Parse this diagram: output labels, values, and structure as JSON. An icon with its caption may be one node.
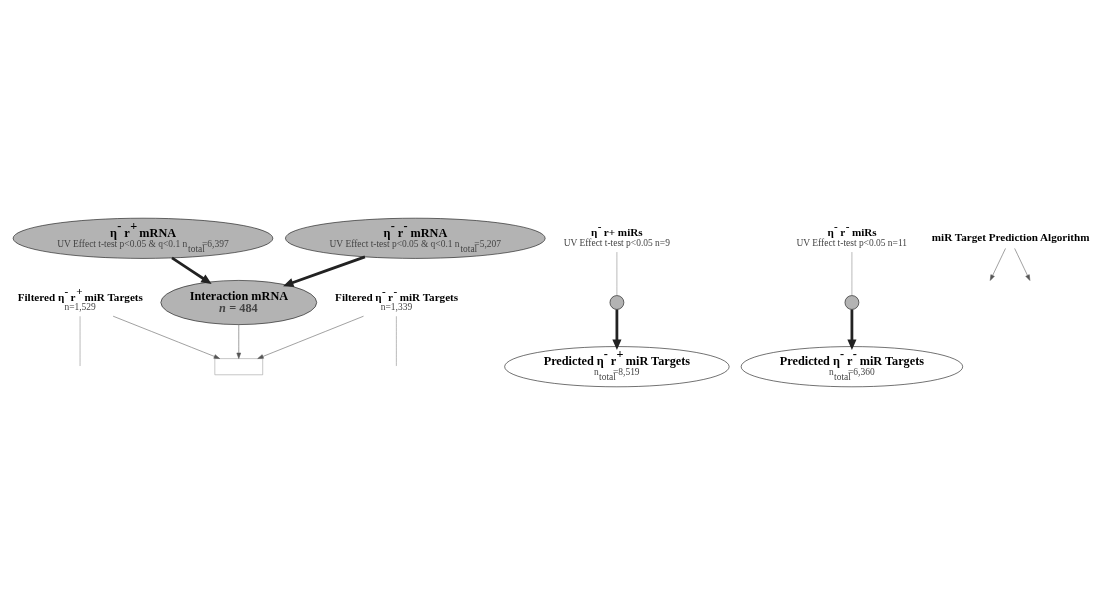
{
  "diagram": {
    "nodes": [
      {
        "text": [
          "Interaction mRNA",
          "*n* = 484"
        ]
      },
      {
        "text": [],
        "shape": "box"
      },
      {
        "text": [
          "η$^{-}$ r$^{+}$ mRNA",
          "UV Effect t-test p<0.05 & q<0.1 n$_{total}$=6,397"
        ]
      },
      {
        "text": [
          "η$^{-}$ r$^{-}$ mRNA",
          "UV Effect t-test p<0.05 & q<0.1 n$_{total}$=5,207"
        ]
      },
      {
        "text": [
          "Filtered η$^{-}$ r$^{+}$ miR Targets",
          "n=1,529"
        ]
      },
      {
        "text": [
          "Filtered η$^{-}$ r$^{-}$ miR Targets",
          "n=1,339"
        ]
      },
      {
        "text": [
          "Predicted η$^{-}$ r$^{+}$ miR Targets",
          "n$_{total}$=8,519"
        ]
      },
      {
        "text": [
          "Predicted η$^{-}$ r$^{-}$ miR Targets",
          "n$_{total}$=6,360"
        ]
      },
      {
        "text": [
          "miR Target Prediction Algorithm"
        ]
      },
      {
        "text": [
          "η$^{-}$ r+ miRs",
          "UV Effect t-test p<0.05 n=9"
        ]
      },
      {
        "text": [],
        "shape": "circle"
      },
      {
        "text": [
          "η$^{-}$ r$^{-}$ miRs",
          "UV Effect t-test p<0.05 n=11"
        ]
      },
      {
        "text": [],
        "shape": "circle"
      }
    ],
    "edges": [
      {
        "from": 2,
        "to": 0,
        "arrow": "to",
        "style": "thick"
      },
      {
        "from": 3,
        "to": 0,
        "arrow": "to",
        "style": "thick"
      },
      {
        "from": 0,
        "to": 1,
        "arrow": "to"
      },
      {
        "from": 4,
        "to": 1,
        "arrow": "to"
      },
      {
        "from": 5,
        "to": 1,
        "arrow": "to"
      },
      {
        "from": 4,
        "to": null,
        "arrow": "none",
        "color": "#808080"
      },
      {
        "from": 5,
        "to": null,
        "arrow": "none",
        "color": "#808080"
      },
      {
        "from": 10,
        "to": 6,
        "arrow": "to",
        "style": "thick"
      },
      {
        "from": 12,
        "to": 7,
        "arrow": "to",
        "style": "thick"
      },
      {
        "from": 8,
        "to": null,
        "arrow": "to"
      },
      {
        "from": 8,
        "to": null,
        "arrow": "to"
      },
      {
        "from": 9,
        "to": 10,
        "arrow": "none",
        "color": "#808080"
      },
      {
        "from": 11,
        "to": 12,
        "arrow": "none",
        "color": "#808080"
      }
    ]
  }
}
